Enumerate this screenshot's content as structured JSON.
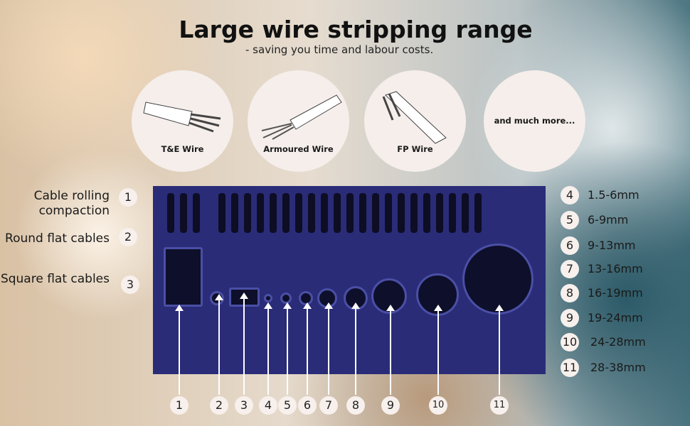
{
  "title": "Large wire stripping range",
  "subtitle": "- saving you time and labour costs.",
  "wire_types": [
    "T&E Wire",
    "Armoured Wire",
    "FP Wire",
    "and much more..."
  ],
  "left_labels": [
    {
      "num": "1",
      "text": "Cable rolling compaction"
    },
    {
      "num": "2",
      "text": "Round flat cables"
    },
    {
      "num": "3",
      "text": "Square flat cables"
    }
  ],
  "ranges": [
    {
      "num": "4",
      "text": "1.5-6mm"
    },
    {
      "num": "5",
      "text": "6-9mm"
    },
    {
      "num": "6",
      "text": "9-13mm"
    },
    {
      "num": "7",
      "text": "13-16mm"
    },
    {
      "num": "8",
      "text": "16-19mm"
    },
    {
      "num": "9",
      "text": "19-24mm"
    },
    {
      "num": "10",
      "text": "24-28mm"
    },
    {
      "num": "11",
      "text": "28-38mm"
    }
  ],
  "bottom_numbers": [
    "1",
    "2",
    "3",
    "4",
    "5",
    "6",
    "7",
    "8",
    "9",
    "10",
    "11"
  ]
}
